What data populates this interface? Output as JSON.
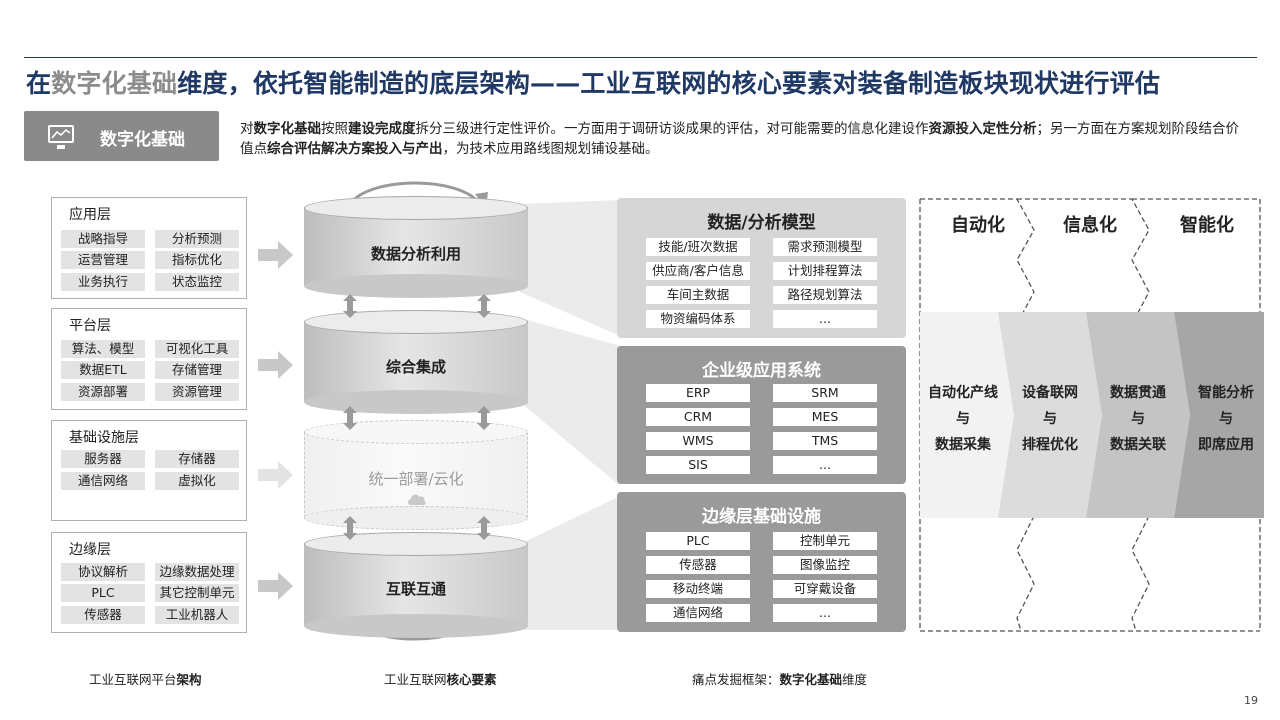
{
  "title": {
    "part1_dark": "在",
    "part2_grey": "数字化基础",
    "part3_dark": "维度，依托智能制造的底层架构——工业互联网的核心要素对装备制造板块现状进行评估"
  },
  "tag": {
    "label": "数字化基础",
    "icon": "monitor-chart-icon"
  },
  "intro": {
    "s1": "对",
    "b1": "数字化基础",
    "s2": "按照",
    "b2": "建设完成度",
    "s3": "拆分三级进行定性评价。一方面用于调研访谈成果的评估，对可能需要的信息化建设作",
    "b3": "资源投入定性分析",
    "s4": "；另一方面在方案规划阶段结合价值点",
    "b4": "综合评估解决方案投入与产出",
    "s5": "，为技术应用路线图规划铺设基础。"
  },
  "layers": [
    {
      "title": "应用层",
      "items": [
        "战略指导",
        "分析预测",
        "运营管理",
        "指标优化",
        "业务执行",
        "状态监控"
      ]
    },
    {
      "title": "平台层",
      "items": [
        "算法、模型",
        "可视化工具",
        "数据ETL",
        "存储管理",
        "资源部署",
        "资源管理"
      ]
    },
    {
      "title": "基础设施层",
      "items": [
        "服务器",
        "存储器",
        "通信网络",
        "虚拟化"
      ]
    },
    {
      "title": "边缘层",
      "items": [
        "协议解析",
        "边缘数据处理",
        "PLC",
        "其它控制单元",
        "传感器",
        "工业机器人"
      ]
    }
  ],
  "cylinders": [
    "数据分析利用",
    "综合集成",
    "统一部署/云化",
    "互联互通"
  ],
  "panels": [
    {
      "title": "数据/分析模型",
      "items": [
        "技能/班次数据",
        "需求预测模型",
        "供应商/客户信息",
        "计划排程算法",
        "车间主数据",
        "路径规划算法",
        "物资编码体系",
        "..."
      ]
    },
    {
      "title": "企业级应用系统",
      "items": [
        "ERP",
        "SRM",
        "CRM",
        "MES",
        "WMS",
        "TMS",
        "SIS",
        "..."
      ]
    },
    {
      "title": "边缘层基础设施",
      "items": [
        "PLC",
        "控制单元",
        "传感器",
        "图像监控",
        "移动终端",
        "可穿戴设备",
        "通信网络",
        "..."
      ]
    }
  ],
  "stages": {
    "headers": [
      "自动化",
      "信息化",
      "智能化"
    ],
    "chevrons": [
      {
        "l1": "自动化产线",
        "l2": "与",
        "l3": "数据采集"
      },
      {
        "l1": "设备联网",
        "l2": "与",
        "l3": "排程优化"
      },
      {
        "l1": "数据贯通",
        "l2": "与",
        "l3": "数据关联"
      },
      {
        "l1": "智能分析",
        "l2": "与",
        "l3": "即席应用"
      }
    ],
    "colors": [
      "#f2f2f2",
      "#dcdcdc",
      "#c4c4c4",
      "#a6a6a6"
    ]
  },
  "captions": {
    "c1_plain": "工业互联网平台",
    "c1_bold": "架构",
    "c2_plain": "工业互联网",
    "c2_bold": "核心要素",
    "c3_plain": "痛点发掘框架：",
    "c3_bold": "数字化基础",
    "c3_tail": "维度"
  },
  "page_number": "19"
}
